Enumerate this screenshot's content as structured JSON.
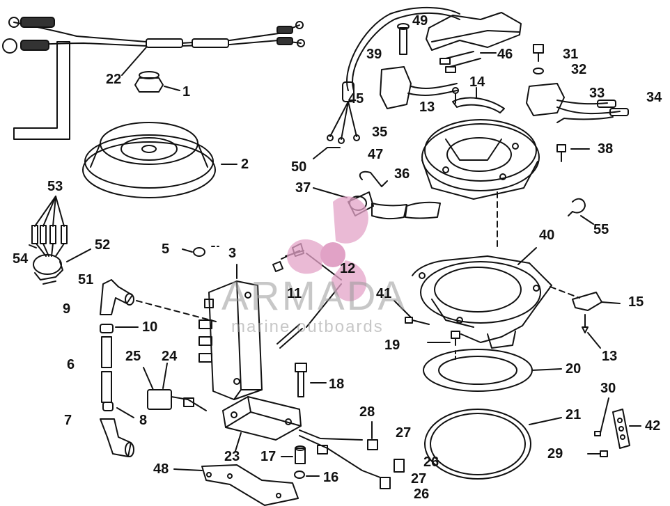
{
  "diagram": {
    "callouts": [
      "1",
      "2",
      "3",
      "5",
      "6",
      "7",
      "8",
      "9",
      "10",
      "11",
      "12",
      "13",
      "13",
      "14",
      "15",
      "16",
      "17",
      "18",
      "19",
      "20",
      "21",
      "22",
      "23",
      "24",
      "25",
      "26",
      "26",
      "27",
      "27",
      "28",
      "29",
      "30",
      "31",
      "32",
      "33",
      "34",
      "35",
      "36",
      "37",
      "38",
      "39",
      "40",
      "41",
      "42",
      "45",
      "46",
      "47",
      "48",
      "49",
      "50",
      "51",
      "52",
      "53",
      "54",
      "55"
    ]
  },
  "watermark": {
    "brand": "ARMADA",
    "tagline": "marine outboards",
    "color": "#e4a3c8"
  }
}
